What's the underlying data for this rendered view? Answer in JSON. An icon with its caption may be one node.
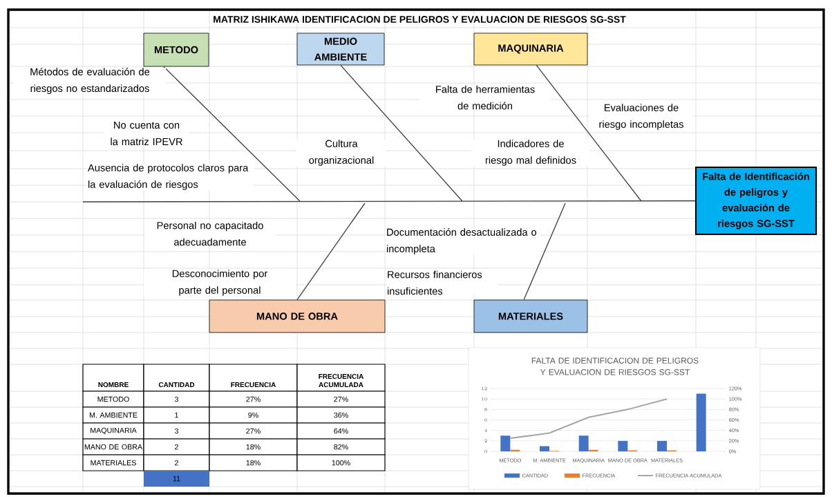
{
  "diagram": {
    "title": "MATRIZ ISHIKAWA IDENTIFICACION DE PELIGROS Y EVALUACION DE RIESGOS SG-SST",
    "nodes": [
      {
        "text": [
          "METODO"
        ]
      },
      {
        "text": [
          "MEDIO AMBIENTE"
        ]
      },
      {
        "text": [
          "MAQUINARIA"
        ]
      },
      {
        "text": [
          "Falta de Identificación de peligros y evaluación de riesgos SG-SST"
        ]
      },
      {
        "text": [
          "MANO DE OBRA"
        ]
      },
      {
        "text": [
          "MATERIALES"
        ]
      }
    ],
    "edges": [
      {
        "from": 0,
        "to": null,
        "arrow": "none"
      },
      {
        "from": 1,
        "to": null,
        "arrow": "none"
      },
      {
        "from": 2,
        "to": null,
        "arrow": "none"
      },
      {
        "from": null,
        "to": 3,
        "arrow": "none"
      },
      {
        "from": 4,
        "to": null,
        "arrow": "none"
      },
      {
        "from": 5,
        "to": null,
        "arrow": "none"
      }
    ],
    "labels": [
      "Métodos de evaluación de riesgos no estandarizados",
      "Falta de herramientas de medición",
      "Evaluaciones de riesgo incompletas",
      "No cuenta con la matriz IPEVR",
      "Cultura organizacional",
      "Indicadores de riesgo mal definidos",
      "Ausencia de protocolos claros para la evaluación de riesgos",
      "Personal no capacitado adecuadamente",
      "Documentación desactualizada o incompleta",
      "Desconocimiento por parte del personal",
      "Recursos financieros insuficientes",
      "NOMBRE",
      "CANTIDAD",
      "FRECUENCIA",
      "FRECUENCIA ACUMULADA",
      "METODO",
      "3",
      "27%",
      "27%",
      "M. AMBIENTE",
      "1",
      "9%",
      "36%",
      "MAQUINARIA",
      "3",
      "27%",
      "64%",
      "MANO DE OBRA",
      "2",
      "18%",
      "82%",
      "MATERIALES",
      "2",
      "18%",
      "100%",
      "11"
    ],
    "legend": [
      {
        "text": "CANTIDAD",
        "color": "#4472c4"
      },
      {
        "text": "FRECUENCIA",
        "color": "#ed7d31"
      },
      {
        "text": "FRECUENCIA ACUMULADA"
      }
    ],
    "chart_data": {
      "type": "bar",
      "title": "FALTA DE IDENTIFICACION DE PELIGROS Y EVALUACION DE RIESGOS SG-SST",
      "categories": [
        "METODO",
        "M. AMBIENTE",
        "MAQUINARIA",
        "MANO DE OBRA",
        "MATERIALES",
        null
      ],
      "grid": true,
      "ylim": [
        0,
        12
      ],
      "yticks": [
        0,
        2,
        4,
        6,
        8,
        10,
        12
      ],
      "series": [
        {
          "color": "#4472c4",
          "values": [
            3,
            1,
            3,
            2,
            2,
            11
          ]
        },
        {
          "color": "#ed7d31",
          "values": [
            0.3,
            0.1,
            0.3,
            0.2,
            0.2,
            null
          ]
        },
        {
          "color": "#a5a5a5",
          "type": "line",
          "axis": "y2",
          "values": [
            0.25,
            0.35,
            0.65,
            0.8,
            1.0,
            null
          ]
        }
      ],
      "y2lim": [
        0,
        1.2
      ],
      "y2ticks": [
        {
          "value": 0,
          "label": "0%"
        },
        {
          "value": 0.2,
          "label": "20%"
        },
        {
          "value": 0.4,
          "label": "40%"
        },
        {
          "value": 0.6,
          "label": "60%"
        },
        {
          "value": 0.8,
          "label": "80%"
        },
        {
          "value": 1.0,
          "label": "100%"
        },
        {
          "value": 1.2,
          "label": "120%"
        }
      ]
    }
  }
}
